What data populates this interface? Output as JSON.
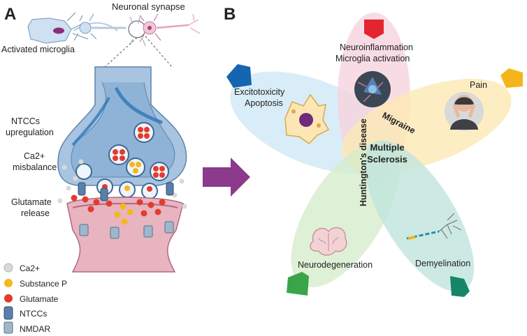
{
  "panel_a": {
    "letter": "A",
    "header_label": "Neuronal synapse",
    "microglia_label": "Activated microglia",
    "ntcc_label_1": "NTCCs",
    "ntcc_label_2": "upregulation",
    "ca_label_1": "Ca2+",
    "ca_label_2": "misbalance",
    "glu_label_1": "Glutamate",
    "glu_label_2": "release",
    "legend": [
      {
        "label": "Ca2+",
        "icon": "ca-dot-icon",
        "color": "#d9d9d9"
      },
      {
        "label": "Substance P",
        "icon": "substance-p-dot-icon",
        "color": "#f5b81c"
      },
      {
        "label": "Glutamate",
        "icon": "glutamate-dot-icon",
        "color": "#e53b2c"
      },
      {
        "label": "NTCCs",
        "icon": "ntcc-channel-icon",
        "color": "#5b7fa8"
      },
      {
        "label": "NMDAR",
        "icon": "nmdar-receptor-icon",
        "color": "#9fb7cc"
      }
    ]
  },
  "panel_b": {
    "letter": "B",
    "arrow_color": "#8b3a8c",
    "petals": {
      "excitotoxicity": {
        "line1": "Excitotoxicity",
        "line2": "Apoptosis",
        "color": "#cfe8f6",
        "marker_color": "#1565b0"
      },
      "neuroinflammation": {
        "line1": "Neuroinflammation",
        "line2": "Microglia activation",
        "color": "#f6d3df",
        "marker_color": "#e32530"
      },
      "pain": {
        "line1": "Pain",
        "color": "#fbe8b4",
        "marker_color": "#f3b51b"
      },
      "neurodegeneration": {
        "line1": "Neurodegeneration",
        "color": "#d6eccc",
        "marker_color": "#3aa548"
      },
      "demyelination": {
        "line1": "Demyelination",
        "color": "#bfe5dc",
        "marker_color": "#168569"
      }
    },
    "diseases": {
      "migraine": "Migraine",
      "huntington": "Huntington's disease",
      "ms_line1": "Multiple",
      "ms_line2": "Sclerosis"
    }
  }
}
